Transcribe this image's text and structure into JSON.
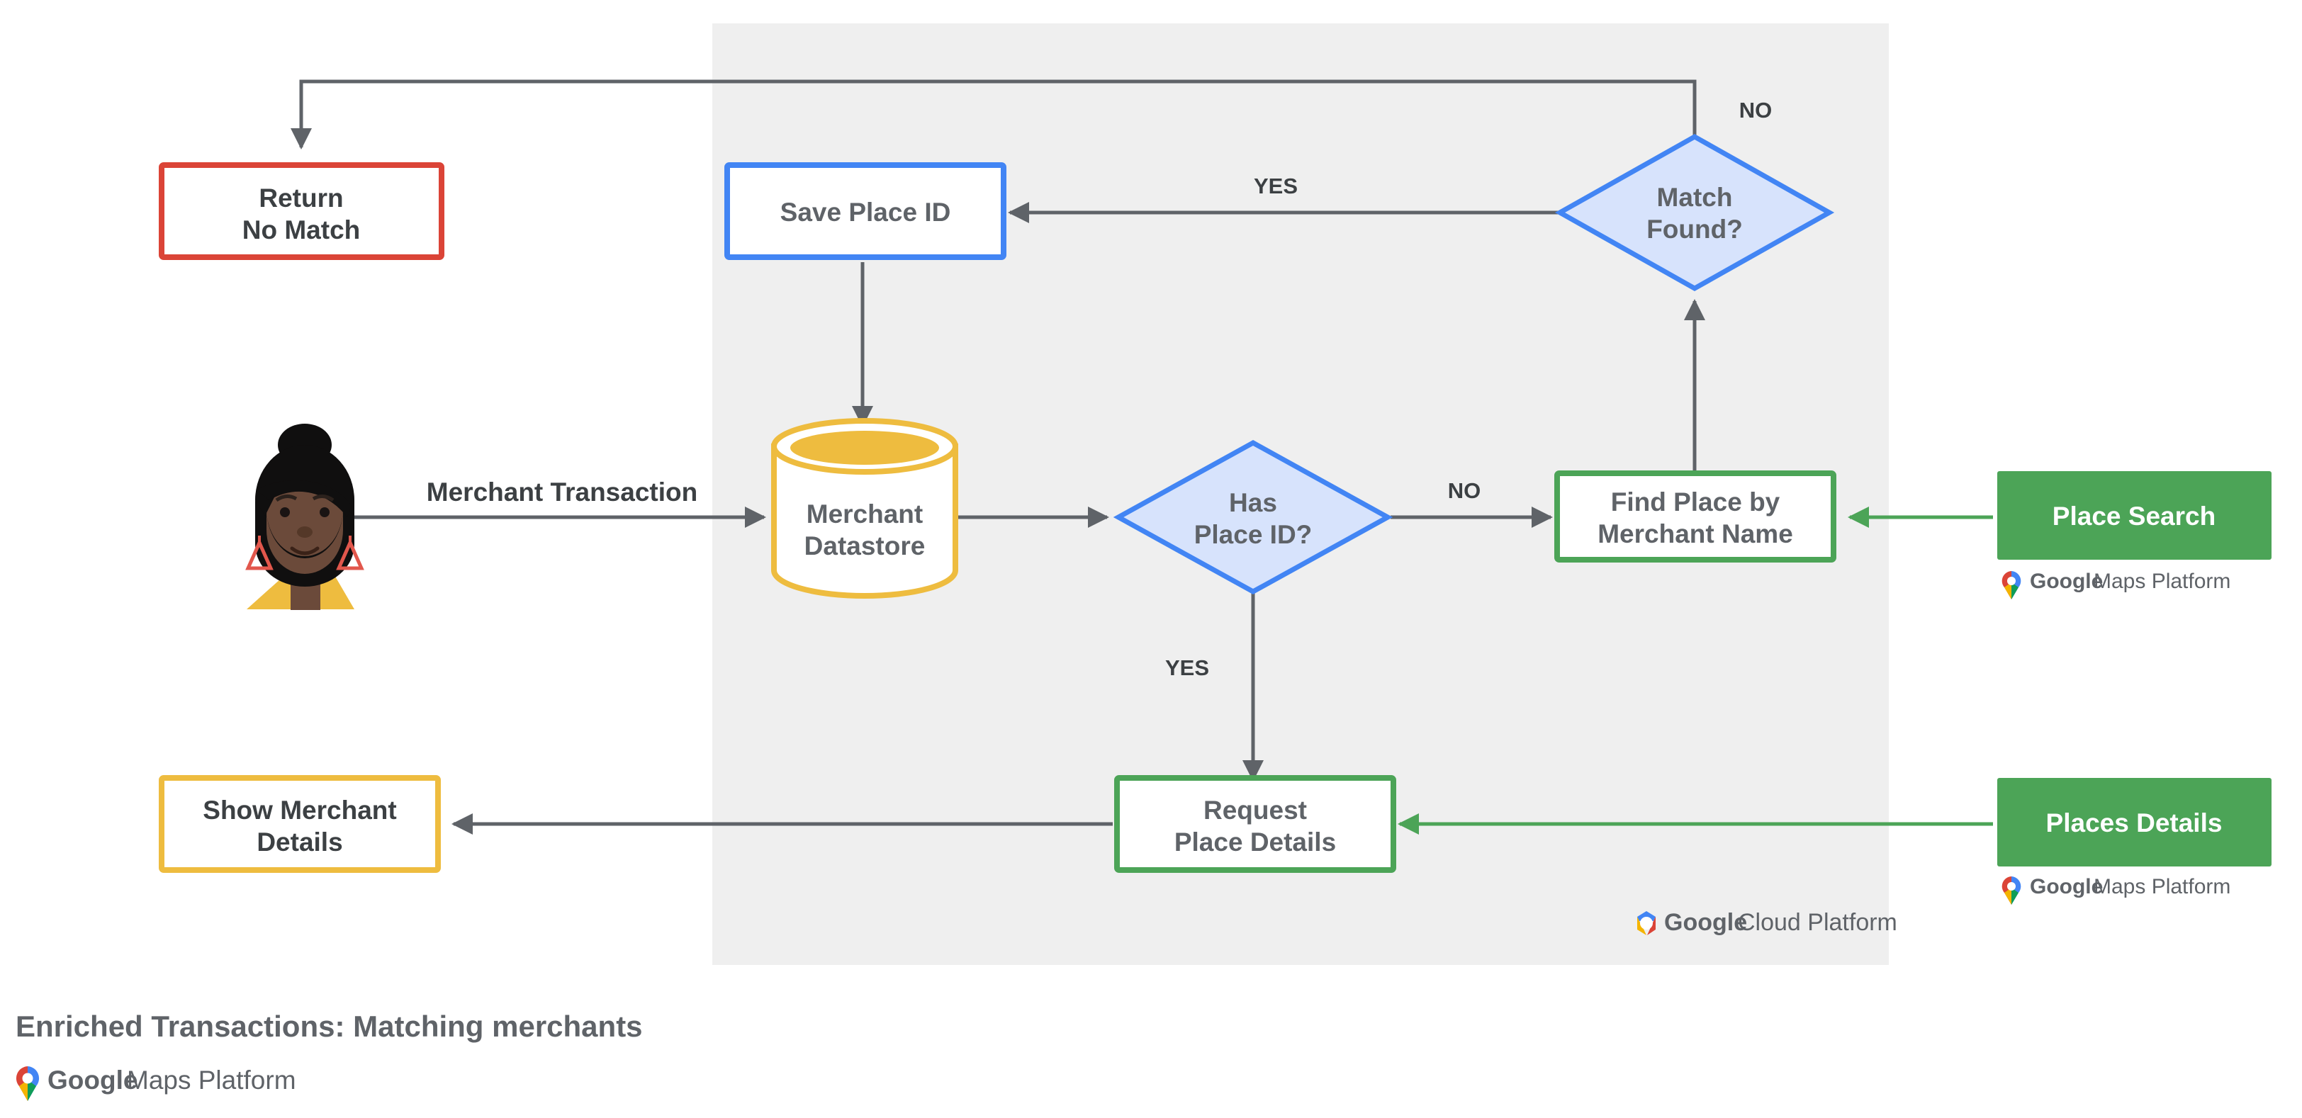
{
  "diagram": {
    "title": "Enriched Transactions: Matching merchants",
    "panel_label": "Google Cloud Platform",
    "nodes": {
      "return_no_match": {
        "line1": "Return",
        "line2": "No Match",
        "color": "#db4437"
      },
      "save_place_id": {
        "line1": "Save Place ID",
        "color": "#4285f4"
      },
      "match_found": {
        "line1": "Match",
        "line2": "Found?",
        "color": "#4285f4",
        "fill": "#d7e3fc"
      },
      "merchant_datastore": {
        "line1": "Merchant",
        "line2": "Datastore",
        "color": "#eebc3f"
      },
      "has_place_id": {
        "line1": "Has",
        "line2": "Place ID?",
        "color": "#4285f4",
        "fill": "#d7e3fc"
      },
      "find_place": {
        "line1": "Find Place by",
        "line2": "Merchant Name",
        "color": "#4ca457"
      },
      "place_search": {
        "line1": "Place Search",
        "color": "#4ca457",
        "caption": "Google Maps Platform"
      },
      "request_place_details": {
        "line1": "Request",
        "line2": "Place Details",
        "color": "#4ca457"
      },
      "places_details": {
        "line1": "Places Details",
        "color": "#4ca457",
        "caption": "Google Maps Platform"
      },
      "show_merchant_details": {
        "line1": "Show Merchant",
        "line2": "Details",
        "color": "#eebc3f"
      }
    },
    "edge_labels": {
      "merchant_transaction": "Merchant Transaction",
      "yes_match": "YES",
      "no_match": "NO",
      "no_place_id": "NO",
      "yes_place_id": "YES"
    },
    "footer": {
      "title": "Enriched Transactions: Matching merchants",
      "logo_google": "Google",
      "logo_suffix": "Maps Platform"
    },
    "gcp_logo": {
      "google": "Google",
      "suffix": "Cloud Platform"
    },
    "gmp_logo": {
      "google": "Google",
      "suffix": "Maps Platform"
    },
    "actor": {
      "label": "merchant-customer-avatar"
    }
  }
}
